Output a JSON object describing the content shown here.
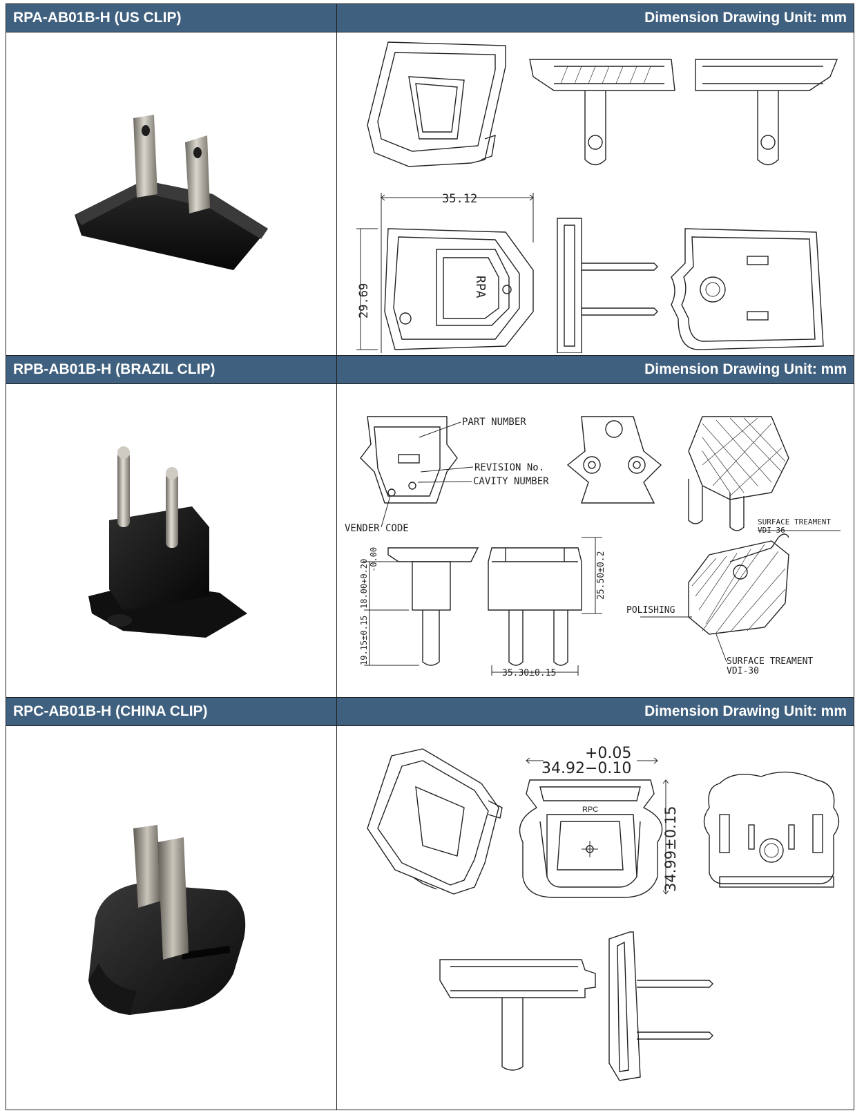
{
  "sections": [
    {
      "title": "RPA-AB01B-H (US CLIP)",
      "drawing_header": "Dimension Drawing Unit: mm",
      "dimensions": [
        "35.12",
        "29.69"
      ],
      "stamp_text": "RPA"
    },
    {
      "title": "RPB-AB01B-H (BRAZIL CLIP)",
      "drawing_header": "Dimension Drawing Unit: mm",
      "callouts": {
        "part_number": "PART NUMBER",
        "revision": "REVISION No.",
        "cavity": "CAVITY NUMBER",
        "vender": "VENDER CODE",
        "surface_top": "SURFACE TREAMENT",
        "surface_top_sub": "VDI-36",
        "polishing": "POLISHING",
        "surface_bottom": "SURFACE TREAMENT",
        "surface_bottom_sub": "VDI-30"
      },
      "dimensions": {
        "height_body": "18.00+0.20",
        "height_body_tol": "-0.00",
        "height_pin": "19.15±0.15",
        "height_total": "25.50±0.2",
        "width": "35.30±0.15"
      }
    },
    {
      "title": "RPC-AB01B-H (CHINA CLIP)",
      "drawing_header": "Dimension Drawing Unit: mm",
      "dimensions": {
        "width_upper": "+0.05",
        "width_main": "34.92−0.10",
        "height": "34.99±0.15"
      },
      "stamp_text": "RPC"
    }
  ]
}
